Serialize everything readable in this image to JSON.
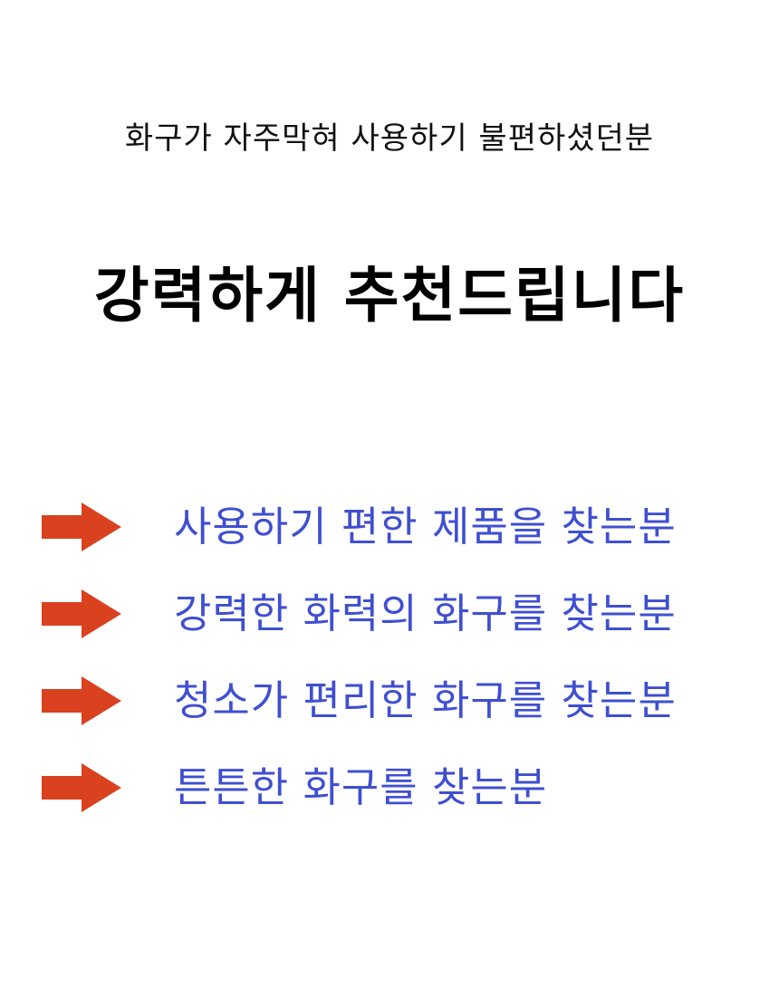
{
  "colors": {
    "text": "#111111",
    "headline": "#000000",
    "accent_text": "#3f4fd0",
    "arrow": "#d9411f"
  },
  "header": {
    "subtitle": "화구가 자주막혀 사용하기 불편하셨던분",
    "headline": "강력하게 추천드립니다"
  },
  "items": [
    {
      "icon": "arrow-right-icon",
      "label": "사용하기 편한 제품을 찾는분"
    },
    {
      "icon": "arrow-right-icon",
      "label": "강력한 화력의 화구를 찾는분"
    },
    {
      "icon": "arrow-right-icon",
      "label": "청소가 편리한 화구를 찾는분"
    },
    {
      "icon": "arrow-right-icon",
      "label": "튼튼한 화구를 찾는분"
    }
  ]
}
